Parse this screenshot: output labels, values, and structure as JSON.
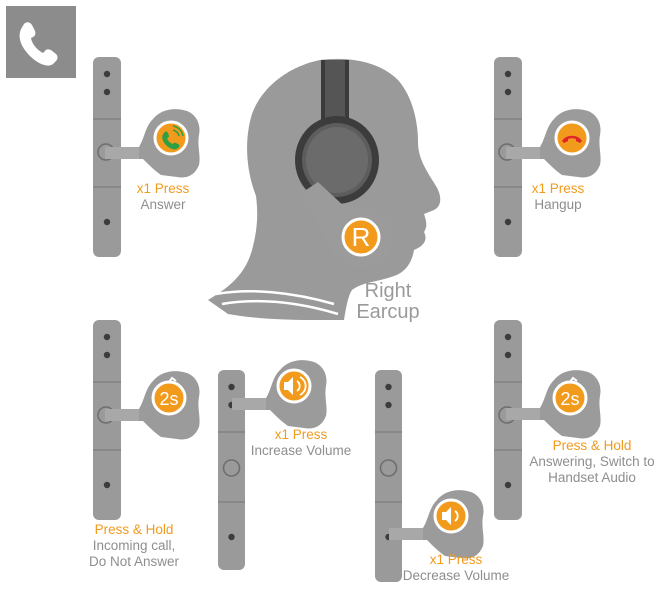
{
  "header": {
    "icon": "phone-icon"
  },
  "earcup": {
    "badge": "R",
    "line1": "Right",
    "line2": "Earcup"
  },
  "controls": [
    {
      "id": "answer",
      "action": "x1 Press",
      "desc": "Answer",
      "icon": "answer-call-icon"
    },
    {
      "id": "hangup",
      "action": "x1 Press",
      "desc": "Hangup",
      "icon": "hangup-call-icon"
    },
    {
      "id": "reject",
      "action": "Press & Hold",
      "desc1": "Incoming call,",
      "desc2": "Do Not Answer",
      "badge": "2s",
      "icon": "timer-icon"
    },
    {
      "id": "vol_up",
      "action": "x1 Press",
      "desc": "Increase Volume",
      "icon": "volume-up-icon"
    },
    {
      "id": "vol_down",
      "action": "x1 Press",
      "desc": "Decrease Volume",
      "icon": "volume-down-icon"
    },
    {
      "id": "switch",
      "action": "Press & Hold",
      "desc1": "Answering, Switch to",
      "desc2": "Handset Audio",
      "badge": "2s",
      "icon": "timer-icon"
    }
  ],
  "colors": {
    "accent": "#f29a1c",
    "gray_dark": "#8c8c8c",
    "gray_light": "#b0b0b0",
    "label_gray": "#8e8e8e",
    "green": "#2ea043",
    "red": "#e0242b"
  }
}
